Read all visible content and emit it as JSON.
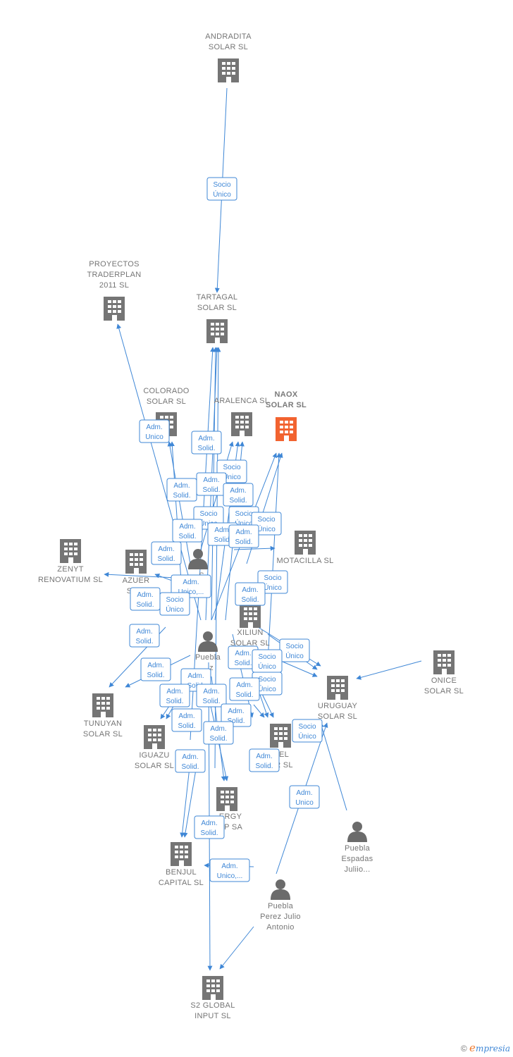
{
  "colors": {
    "edge": "#3f87d6",
    "company": "#757575",
    "main": "#f26330",
    "person": "#6b6b6b"
  },
  "nodes": [
    {
      "id": "andradita",
      "type": "company",
      "label": [
        "ANDRADITA",
        "SOLAR  SL"
      ]
    },
    {
      "id": "tartagal",
      "type": "company",
      "label": [
        "TARTAGAL",
        "SOLAR  SL"
      ]
    },
    {
      "id": "proyectos",
      "type": "company",
      "label": [
        "PROYECTOS",
        "TRADERPLAN",
        "2011 SL"
      ]
    },
    {
      "id": "colorado",
      "type": "company",
      "label": [
        "COLORADO",
        "SOLAR  SL"
      ]
    },
    {
      "id": "aralenca",
      "type": "company",
      "label": [
        "ARALENCA SL"
      ]
    },
    {
      "id": "naox",
      "type": "main",
      "label": [
        "NAOX",
        "SOLAR  SL"
      ]
    },
    {
      "id": "motacilla",
      "type": "company",
      "label": [
        "MOTACILLA SL"
      ]
    },
    {
      "id": "zenyt",
      "type": "company",
      "label": [
        "ZENYT",
        "RENOVATIUM SL"
      ]
    },
    {
      "id": "azuer",
      "type": "company",
      "label": [
        "AZUER",
        "SO..."
      ]
    },
    {
      "id": "person1",
      "type": "person",
      "label": [
        "...S",
        "...o..."
      ]
    },
    {
      "id": "xiliun",
      "type": "company",
      "label": [
        "XILIUN",
        "SOLAR SL"
      ]
    },
    {
      "id": "person2",
      "type": "person",
      "label": [
        "Puebla",
        "...z"
      ]
    },
    {
      "id": "onice",
      "type": "company",
      "label": [
        "ONICE",
        "SOLAR  SL"
      ]
    },
    {
      "id": "uruguay",
      "type": "company",
      "label": [
        "URUGUAY",
        "SOLAR SL"
      ]
    },
    {
      "id": "tunuyan",
      "type": "company",
      "label": [
        "TUNUYAN",
        "SOLAR  SL"
      ]
    },
    {
      "id": "iguazu",
      "type": "company",
      "label": [
        "IGUAZU",
        "SOLAR  SL"
      ]
    },
    {
      "id": "elsolar",
      "type": "company",
      "label": [
        "...EL",
        "...R  SL"
      ]
    },
    {
      "id": "energy",
      "type": "company",
      "label": [
        "...ERGY",
        "...UP SA"
      ]
    },
    {
      "id": "benjul",
      "type": "company",
      "label": [
        "BENJUL",
        "CAPITAL  SL"
      ]
    },
    {
      "id": "puebla_juliio",
      "type": "person",
      "label": [
        "Puebla",
        "Espadas",
        "Juliio..."
      ]
    },
    {
      "id": "puebla_julio",
      "type": "person",
      "label": [
        "Puebla",
        "Perez Julio",
        "Antonio"
      ]
    },
    {
      "id": "s2global",
      "type": "company",
      "label": [
        "S2 GLOBAL",
        "INPUT  SL"
      ]
    }
  ],
  "edge_labels": [
    [
      "Socio",
      "Único"
    ],
    [
      "Adm.",
      "Unico"
    ],
    [
      "Adm.",
      "Solid."
    ],
    [
      "Adm.",
      "Solid."
    ],
    [
      "Socio",
      "Único"
    ],
    [
      "Adm.",
      "Solid."
    ],
    [
      "Adm.",
      "Solid."
    ],
    [
      "Socio",
      "Único"
    ],
    [
      "Adm.",
      "Solid."
    ],
    [
      "Socio",
      "Único"
    ],
    [
      "Adm.",
      "Solid."
    ],
    [
      "Socio",
      "Único"
    ],
    [
      "Adm.",
      "Solid."
    ],
    [
      "Adm.",
      "Solid."
    ],
    [
      "Socio",
      "Único"
    ],
    [
      "Adm.",
      "Unico,..."
    ],
    [
      "Adm.",
      "Solid."
    ],
    [
      "Socio",
      "Único"
    ],
    [
      "Adm.",
      "Solid."
    ],
    [
      "Adm.",
      "Solid."
    ],
    [
      "Socio",
      "Único"
    ],
    [
      "Adm.",
      "Solid."
    ],
    [
      "Adm.",
      "Solid."
    ],
    [
      "Socio",
      "Único"
    ],
    [
      "Adm.",
      "Solid."
    ],
    [
      "Adm.",
      "Solid."
    ],
    [
      "Adm.",
      "Solid."
    ],
    [
      "Socio",
      "Único"
    ],
    [
      "Adm.",
      "Solid."
    ],
    [
      "Adm.",
      "Solid."
    ],
    [
      "Adm.",
      "Solid."
    ],
    [
      "Adm.",
      "Solid."
    ],
    [
      "Socio",
      "Único"
    ],
    [
      "Adm.",
      "Solid."
    ],
    [
      "Adm.",
      "Solid."
    ],
    [
      "Adm.",
      "Unico"
    ],
    [
      "Adm.",
      "Solid."
    ],
    [
      "Adm.",
      "Unico,..."
    ]
  ],
  "watermark": {
    "copyright": "©",
    "brand_initial": "e",
    "brand_rest": "mpresia"
  }
}
